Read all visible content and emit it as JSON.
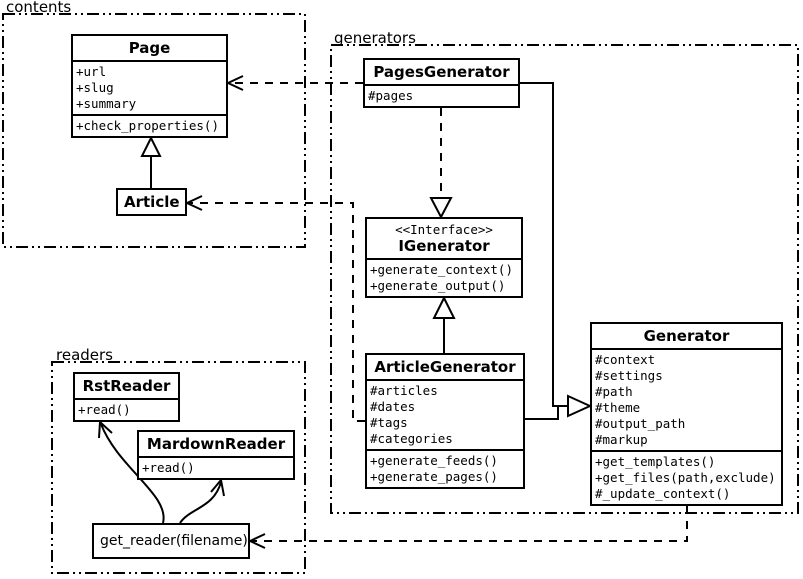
{
  "diagram": {
    "type": "uml-class-diagram"
  },
  "colors": {
    "line": "#000000",
    "background": "#ffffff"
  },
  "packages": {
    "contents": {
      "label": "contents"
    },
    "generators": {
      "label": "generators"
    },
    "readers": {
      "label": "readers"
    }
  },
  "classes": {
    "page": {
      "name": "Page",
      "attributes": [
        "+url",
        "+slug",
        "+summary"
      ],
      "methods": [
        "+check_properties()"
      ]
    },
    "article": {
      "name": "Article"
    },
    "pages_generator": {
      "name": "PagesGenerator",
      "attributes": [
        "#pages"
      ]
    },
    "igenerator": {
      "stereotype": "<<Interface>>",
      "name": "IGenerator",
      "methods": [
        "+generate_context()",
        "+generate_output()"
      ]
    },
    "article_generator": {
      "name": "ArticleGenerator",
      "attributes": [
        "#articles",
        "#dates",
        "#tags",
        "#categories"
      ],
      "methods": [
        "+generate_feeds()",
        "+generate_pages()"
      ]
    },
    "generator": {
      "name": "Generator",
      "attributes": [
        "#context",
        "#settings",
        "#path",
        "#theme",
        "#output_path",
        "#markup"
      ],
      "methods": [
        "+get_templates()",
        "+get_files(path,exclude)",
        "#_update_context()"
      ]
    },
    "rst_reader": {
      "name": "RstReader",
      "methods": [
        "+read()"
      ]
    },
    "markdown_reader": {
      "name": "MardownReader",
      "methods": [
        "+read()"
      ]
    },
    "get_reader": {
      "name": "get_reader(filename)"
    }
  },
  "relationships": [
    {
      "from": "Article",
      "to": "Page",
      "type": "generalization"
    },
    {
      "from": "PagesGenerator",
      "to": "Page",
      "type": "dependency"
    },
    {
      "from": "ArticleGenerator",
      "to": "Article",
      "type": "dependency"
    },
    {
      "from": "PagesGenerator",
      "to": "IGenerator",
      "type": "realization"
    },
    {
      "from": "ArticleGenerator",
      "to": "IGenerator",
      "type": "generalization"
    },
    {
      "from": "PagesGenerator",
      "to": "Generator",
      "type": "generalization"
    },
    {
      "from": "ArticleGenerator",
      "to": "Generator",
      "type": "generalization"
    },
    {
      "from": "Generator",
      "to": "get_reader(filename)",
      "type": "dependency"
    },
    {
      "from": "get_reader(filename)",
      "to": "RstReader",
      "type": "arrow"
    },
    {
      "from": "get_reader(filename)",
      "to": "MardownReader",
      "type": "arrow"
    }
  ]
}
